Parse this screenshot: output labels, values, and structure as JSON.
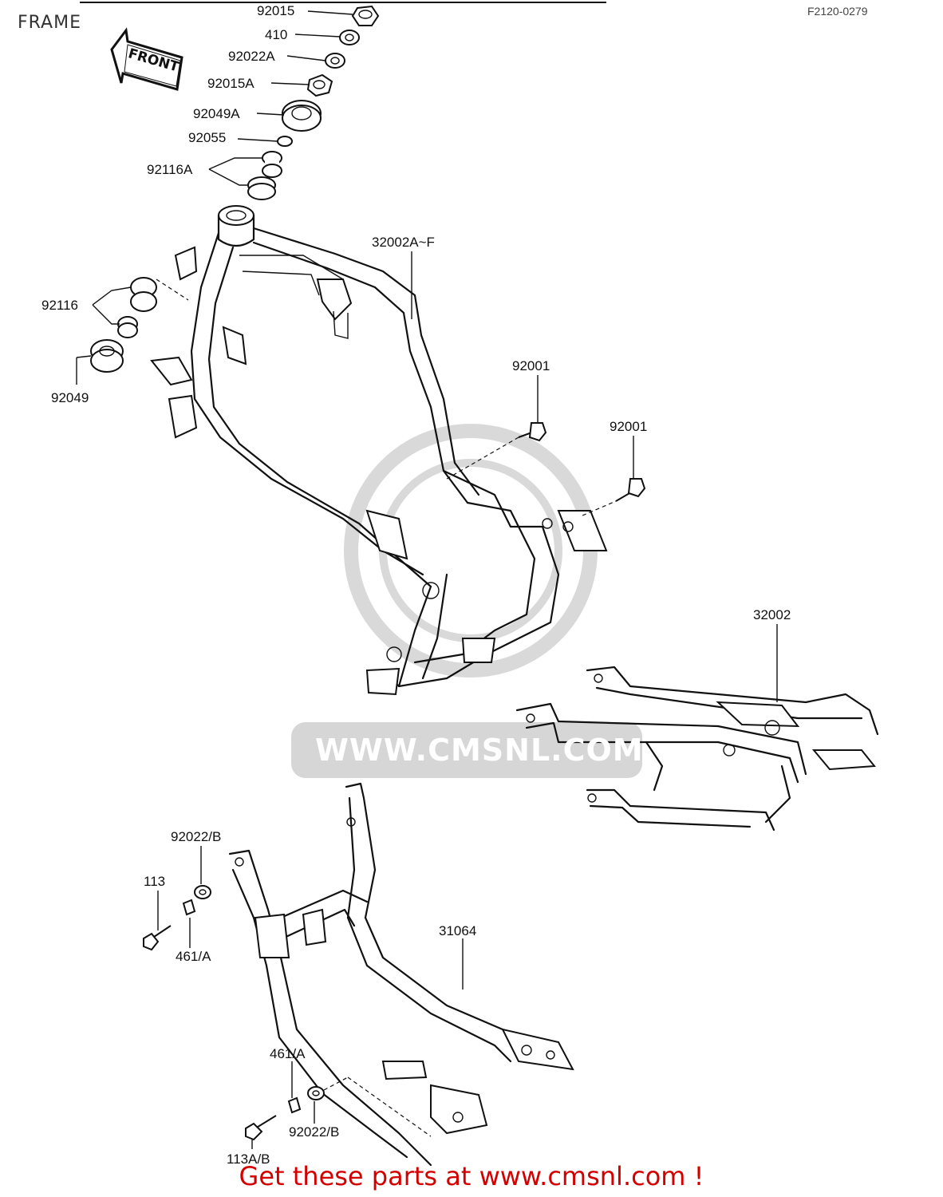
{
  "title": "FRAME",
  "drawing_code": "F2120-0279",
  "front_arrow_label": "FRONT",
  "watermark": "WWW.CMSNL.COM",
  "footer": "Get these parts at www.cmsnl.com !",
  "callouts": {
    "c92015": "92015",
    "c410": "410",
    "c92022A": "92022A",
    "c92015A": "92015A",
    "c92049A": "92049A",
    "c92055": "92055",
    "c92116A": "92116A",
    "c32002AF": "32002A~F",
    "c92116": "92116",
    "c92049": "92049",
    "c92001a": "92001",
    "c92001b": "92001",
    "c32002": "32002",
    "c92022B_top": "92022/B",
    "c113": "113",
    "c461A_top": "461/A",
    "c31064": "31064",
    "c461A_bot": "461/A",
    "c92022B_bot": "92022/B",
    "c113AB": "113A/B"
  }
}
